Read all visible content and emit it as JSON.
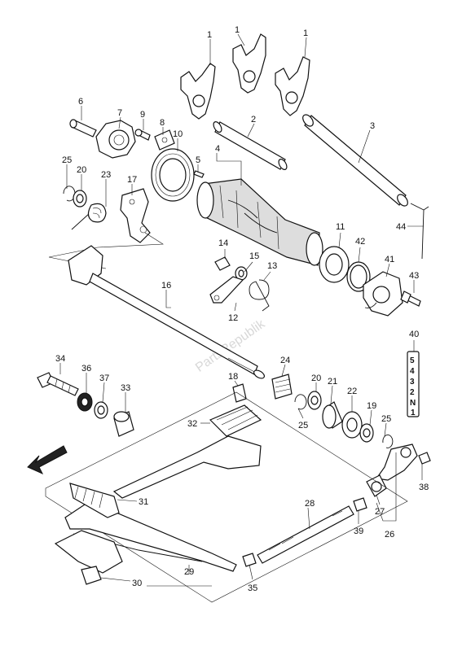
{
  "callouts": {
    "c1a": "1",
    "c1b": "1",
    "c1c": "1",
    "c2": "2",
    "c3": "3",
    "c4": "4",
    "c5": "5",
    "c6": "6",
    "c7": "7",
    "c8": "8",
    "c9": "9",
    "c10": "10",
    "c11": "11",
    "c12": "12",
    "c13": "13",
    "c14": "14",
    "c15": "15",
    "c16": "16",
    "c17": "17",
    "c18": "18",
    "c19": "19",
    "c20a": "20",
    "c20b": "20",
    "c21": "21",
    "c22": "22",
    "c23": "23",
    "c24": "24",
    "c25a": "25",
    "c25b": "25",
    "c25c": "25",
    "c26": "26",
    "c27": "27",
    "c28": "28",
    "c29": "29",
    "c30": "30",
    "c31": "31",
    "c32": "32",
    "c33": "33",
    "c34": "34",
    "c35": "35",
    "c36": "36",
    "c37": "37",
    "c38": "38",
    "c39": "39",
    "c40": "40",
    "c41": "41",
    "c42": "42",
    "c43": "43",
    "c44": "44"
  },
  "gear_pattern": [
    "5",
    "4",
    "3",
    "2",
    "N",
    "1"
  ],
  "watermark": "PartsRepublik"
}
